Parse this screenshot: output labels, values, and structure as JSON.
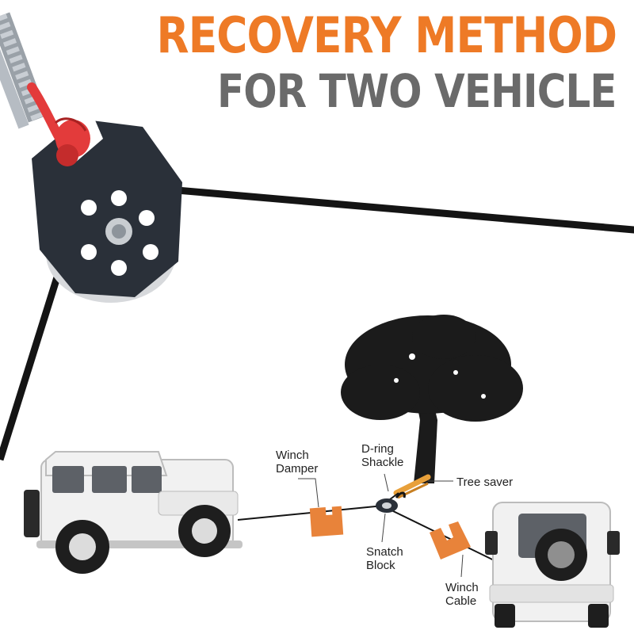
{
  "title": {
    "line1": "RECOVERY METHOD",
    "line2": "FOR TWO VEHICLE"
  },
  "labels": {
    "winch_damper": [
      "Winch",
      "Damper"
    ],
    "d_ring_shackle": [
      "D-ring",
      "Shackle"
    ],
    "tree_saver": "Tree saver",
    "snatch_block": [
      "Snatch",
      "Block"
    ],
    "winch_cable": [
      "Winch",
      "Cable"
    ]
  },
  "colors": {
    "title_primary": "#ee7a26",
    "title_secondary": "#6a6a6a",
    "pulley_body": "#2a3039",
    "rope_red": "#e33b3b",
    "rope_gray": "#b9bfc6",
    "cable_black": "#141414",
    "damper_orange": "#e8833a",
    "vehicle_white": "#f1f1f1",
    "tree_dark": "#1b1b1b"
  },
  "icons": [
    "snatch-block-pulley-icon",
    "tree-icon",
    "suv-side-icon",
    "suv-rear-icon",
    "winch-damper-icon",
    "tree-saver-strap-icon"
  ]
}
